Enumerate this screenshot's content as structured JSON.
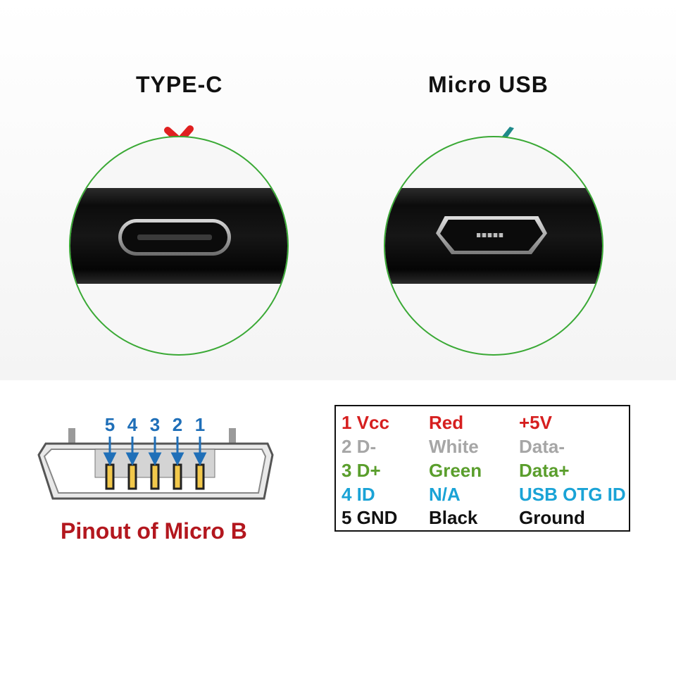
{
  "headings": {
    "type_c": "TYPE-C",
    "micro_usb": "Micro  USB"
  },
  "colors": {
    "circle_border": "#3aa935",
    "cross": "#e02020",
    "check": "#1f8a8a",
    "pin_numbers": "#1f6fb8",
    "caption": "#b3171e"
  },
  "icons": {
    "type_c_status": "cross-icon",
    "micro_usb_status": "check-icon"
  },
  "pinout": {
    "pin_labels": [
      "5",
      "4",
      "3",
      "2",
      "1"
    ],
    "caption": "Pinout of Micro B"
  },
  "pin_table": {
    "rows": [
      {
        "pin": "1 Vcc",
        "wire": "Red",
        "signal": "+5V",
        "color": "#d61f1f"
      },
      {
        "pin": "2 D-",
        "wire": "White",
        "signal": "Data-",
        "color": "#a6a6a6"
      },
      {
        "pin": "3 D+",
        "wire": "Green",
        "signal": "Data+",
        "color": "#5a9e2c"
      },
      {
        "pin": "4 ID",
        "wire": "N/A",
        "signal": "USB OTG ID",
        "color": "#1aa3d6"
      },
      {
        "pin": "5 GND",
        "wire": "Black",
        "signal": "Ground",
        "color": "#111111"
      }
    ]
  }
}
